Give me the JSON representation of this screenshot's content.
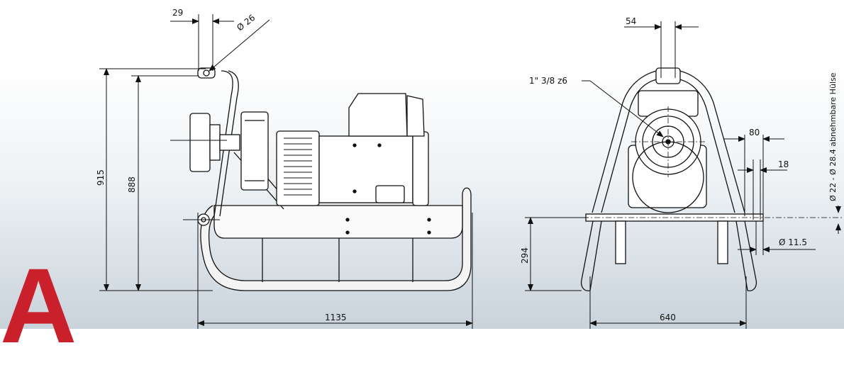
{
  "badge": {
    "letter": "A",
    "color": "#c9202b"
  },
  "side_view": {
    "dim_width_29": "29",
    "dim_diameter_26": "Ø 26",
    "dim_height_915": "915",
    "dim_height_888": "888",
    "dim_length_1135": "1135"
  },
  "front_view": {
    "dim_54": "54",
    "thread_label": "1\" 3/8 z6",
    "dim_80": "80",
    "dim_18": "18",
    "dim_294": "294",
    "dim_diameter_11_5": "Ø 11.5",
    "dim_640": "640",
    "sleeve_note": "Ø 22 - Ø 28.4 abnehmbare Hülse"
  },
  "colors": {
    "line": "#111111",
    "frame_fill": "#f4f4f4",
    "accent": "#c9202b"
  }
}
